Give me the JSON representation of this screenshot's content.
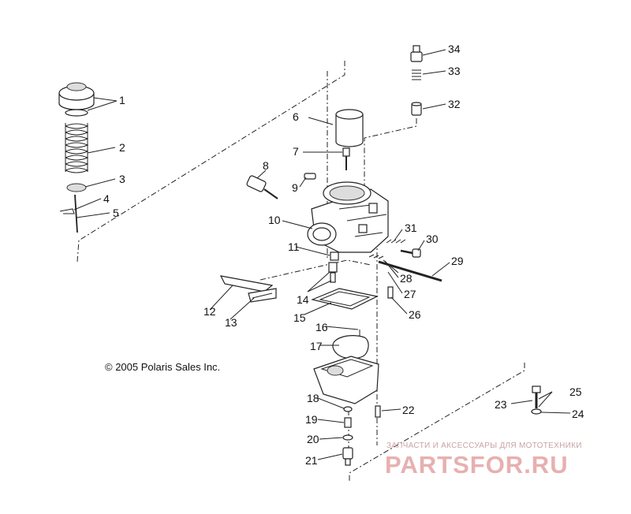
{
  "copyright": "© 2005 Polaris Sales Inc.",
  "watermark": {
    "subtitle": "ЗАПЧАСТИ И АКСЕССУАРЫ ДЛЯ МОТОТЕХНИКИ",
    "brand": "PARTSFOR.RU"
  },
  "callouts": [
    "1",
    "2",
    "3",
    "4",
    "5",
    "6",
    "7",
    "8",
    "9",
    "10",
    "11",
    "12",
    "13",
    "14",
    "15",
    "16",
    "17",
    "18",
    "19",
    "20",
    "21",
    "22",
    "23",
    "24",
    "25",
    "26",
    "27",
    "28",
    "29",
    "30",
    "31",
    "32",
    "33",
    "34"
  ]
}
